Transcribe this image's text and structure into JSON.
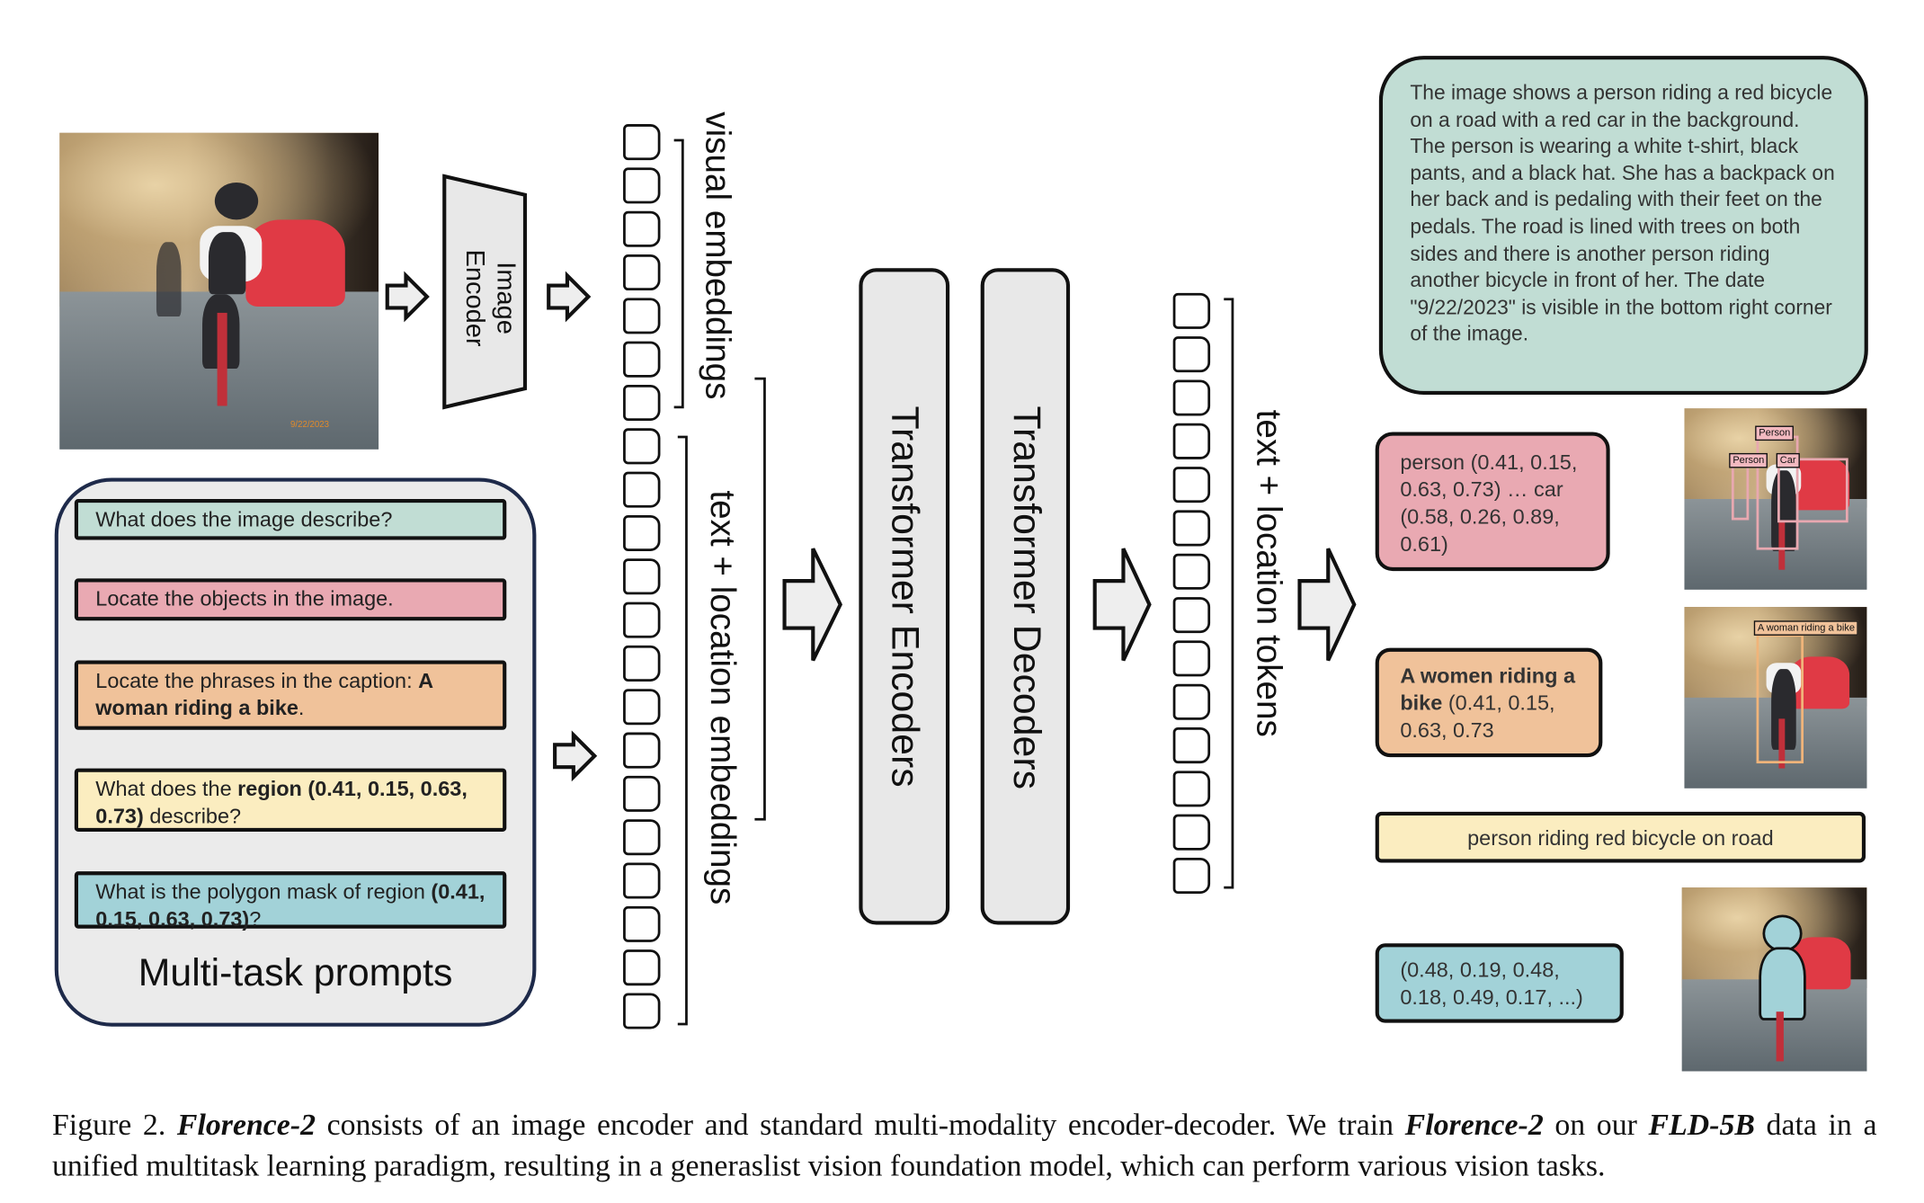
{
  "image_encoder": {
    "label": "Image Encoder"
  },
  "photo": {
    "date_stamp": "9/22/2023"
  },
  "token_labels": {
    "visual": "visual embeddings",
    "text_location": "text + location embeddings",
    "output": "text + location tokens"
  },
  "transformer": {
    "encoders": "Transformer Encoders",
    "decoders": "Transformer Decoders"
  },
  "prompts": {
    "title": "Multi-task prompts",
    "items": [
      {
        "parts": [
          {
            "text": "What does the image describe?",
            "bold": false
          }
        ],
        "color": "#c1ddd4"
      },
      {
        "parts": [
          {
            "text": "Locate the objects in the image.",
            "bold": false
          }
        ],
        "color": "#e9a9b2"
      },
      {
        "parts": [
          {
            "text": "Locate the phrases in the caption: ",
            "bold": false
          },
          {
            "text": "A woman riding a bike",
            "bold": true
          },
          {
            "text": ".",
            "bold": false
          }
        ],
        "color": "#f0c29a"
      },
      {
        "parts": [
          {
            "text": "What does the ",
            "bold": false
          },
          {
            "text": "region (0.41, 0.15, 0.63, 0.73)",
            "bold": true
          },
          {
            "text": " describe?",
            "bold": false
          }
        ],
        "color": "#fbedc0"
      },
      {
        "parts": [
          {
            "text": "What is the polygon mask of region ",
            "bold": false
          },
          {
            "text": "(0.41, 0.15, 0.63, 0.73)",
            "bold": true
          },
          {
            "text": "?",
            "bold": false
          }
        ],
        "color": "#a2d2d8"
      }
    ]
  },
  "outputs": {
    "caption": "The image shows a person riding a red bicycle on a road with a red car in the background. The person is wearing a white t-shirt, black pants, and a black hat. She has a backpack on her back and is pedaling with their feet on the pedals. The road is lined with trees on both sides and there is another person riding another bicycle in front of her. The date \"9/22/2023\" is visible in the bottom right corner of the image.",
    "detection": "person (0.41, 0.15, 0.63, 0.73) … car (0.58, 0.26, 0.89, 0.61)",
    "grounding_bold": "A women riding a bike",
    "grounding_rest": " (0.41, 0.15, 0.63, 0.73",
    "region_caption": "person riding red bicycle on road",
    "polygon": "(0.48, 0.19, 0.48, 0.18, 0.49, 0.17, ...)",
    "det_labels": [
      "Person",
      "Person",
      "Car"
    ],
    "phrase_label": "A woman riding a bike"
  },
  "figure_caption": {
    "prefix": "Figure 2. ",
    "name1": "Florence-2",
    "mid1": " consists of an image encoder and standard multi-modality encoder-decoder. We train ",
    "name2": "Florence-2",
    "mid2": " on our ",
    "dataset": "FLD-5B",
    "rest": " data in a unified multitask learning paradigm, resulting in a generaslist vision foundation model, which can perform various vision tasks."
  },
  "colors": {
    "caption_box": "#c1ddd4",
    "detection_box": "#e9a9b2",
    "grounding_box": "#f0c29a",
    "region_box": "#fbedc0",
    "polygon_box": "#a2d2d8",
    "panel_border": "#1e2a4a"
  }
}
